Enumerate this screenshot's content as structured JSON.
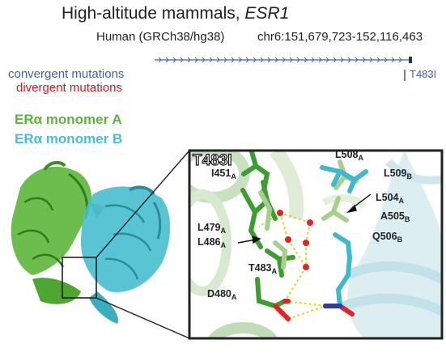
{
  "title": {
    "text": "High-altitude mammals, ",
    "gene": "ESR1"
  },
  "genome_label": "Human (GRCh38/hg38)",
  "coordinates": "chr6:151,679,723-152,116,463",
  "legend": {
    "convergent": "convergent mutations",
    "divergent": "divergent mutations"
  },
  "monomers": {
    "a": "ERα monomer A",
    "b": "ERα monomer B"
  },
  "mutation_marker": "T483I",
  "inset_title": "T483I",
  "residues": {
    "i451": {
      "name": "I451",
      "chain": "A"
    },
    "l508": {
      "name": "L508",
      "chain": "A"
    },
    "l509": {
      "name": "L509",
      "chain": "B"
    },
    "l504": {
      "name": "L504",
      "chain": "A"
    },
    "a505": {
      "name": "A505",
      "chain": "B"
    },
    "q506": {
      "name": "Q506",
      "chain": "B"
    },
    "l479": {
      "name": "L479",
      "chain": "A"
    },
    "l486": {
      "name": "L486",
      "chain": "A"
    },
    "t483": {
      "name": "T483",
      "chain": "A"
    },
    "d480": {
      "name": "D480",
      "chain": "A"
    }
  },
  "colors": {
    "monomer_a": "#5cb53b",
    "monomer_b": "#47bfcf",
    "convergent": "#3c62a8",
    "divergent": "#c61d24",
    "oxygen": "#e6322e",
    "nitrogen": "#2c3ea0",
    "hbond": "#e8d23a",
    "water": "#e02424"
  }
}
